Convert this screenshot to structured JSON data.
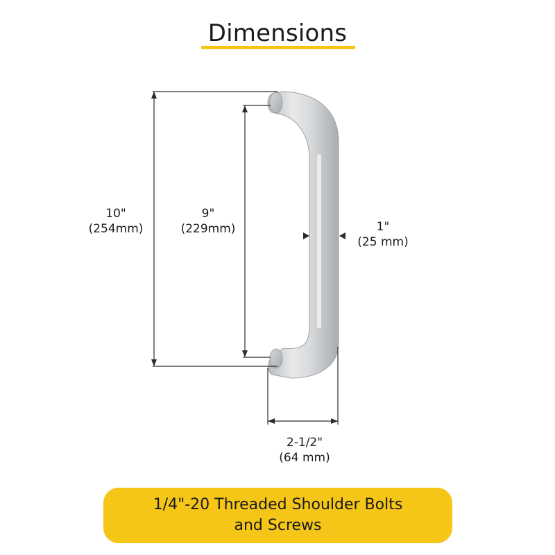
{
  "title": "Dimensions",
  "accent_color": "#f5c518",
  "dimensions": {
    "overall_length": {
      "imperial": "10\"",
      "metric": "(254mm)"
    },
    "center_to_center": {
      "imperial": "9\"",
      "metric": "(229mm)"
    },
    "diameter": {
      "imperial": "1\"",
      "metric": "(25 mm)"
    },
    "projection": {
      "imperial": "2-1/2\"",
      "metric": "(64 mm)"
    }
  },
  "banner": {
    "line1": "1/4\"-20 Threaded Shoulder Bolts",
    "line2": "and Screws"
  }
}
